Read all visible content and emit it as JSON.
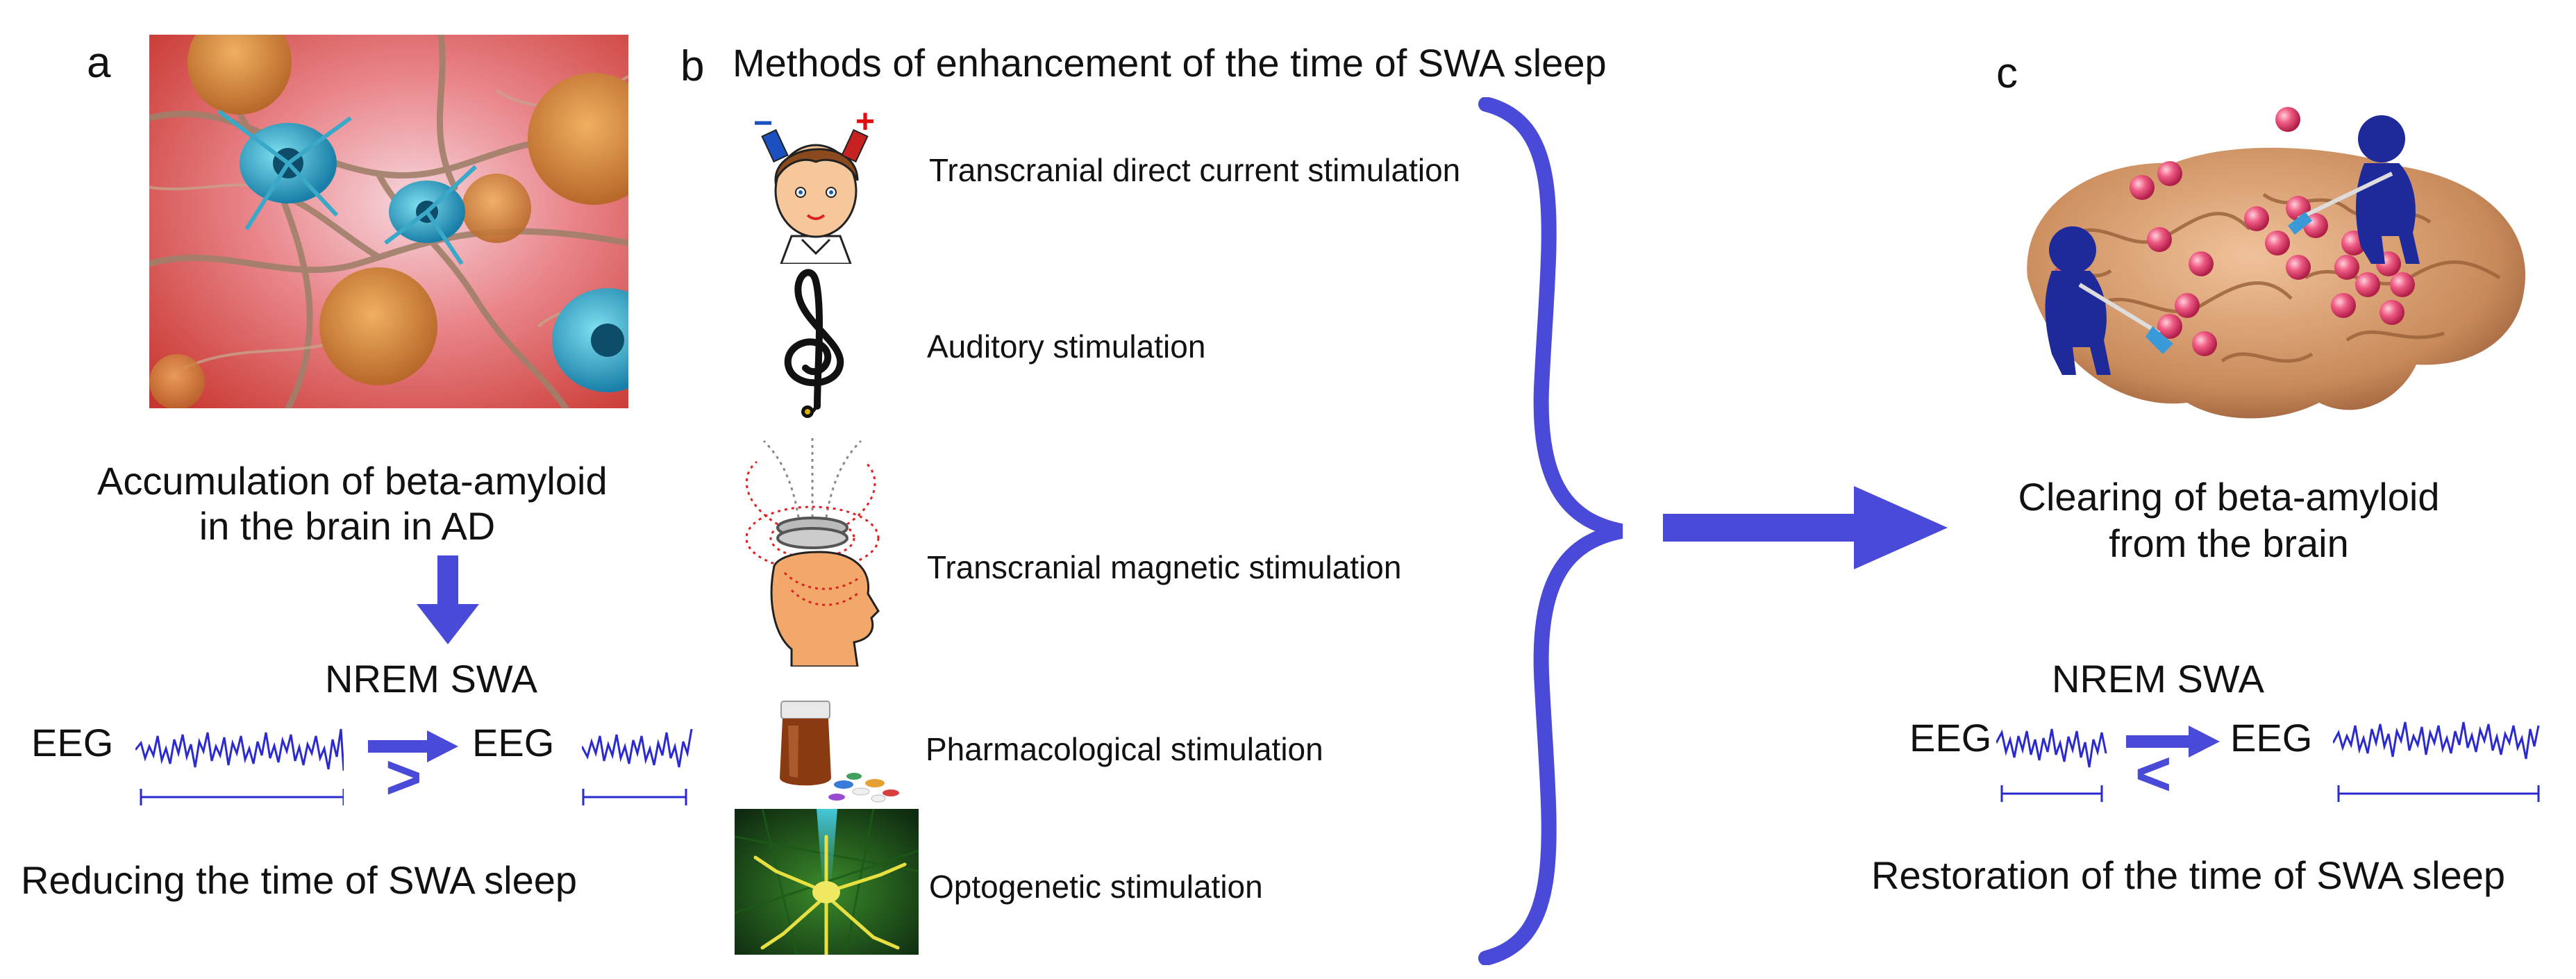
{
  "panel_a": {
    "letter": "a",
    "accumulation_line1": "Accumulation of beta-amyloid",
    "accumulation_line2": "in the brain in AD",
    "nrem_swa": "NREM SWA",
    "eeg_left": "EEG",
    "eeg_right": "EEG",
    "compare_symbol": ">",
    "reducing": "Reducing the time of SWA sleep"
  },
  "panel_b": {
    "letter": "b",
    "title": "Methods of enhancement of the time of SWA sleep",
    "methods": [
      {
        "label": "Transcranial direct current stimulation",
        "icon": "boy-face-electrodes-icon"
      },
      {
        "label": "Auditory stimulation",
        "icon": "treble-clef-earphone-icon"
      },
      {
        "label": "Transcranial magnetic stimulation",
        "icon": "head-magnetic-coil-icon"
      },
      {
        "label": "Pharmacological stimulation",
        "icon": "pill-bottle-icon"
      },
      {
        "label": "Optogenetic stimulation",
        "icon": "neuron-light-icon"
      }
    ],
    "electrode_minus": "−",
    "electrode_plus": "+"
  },
  "panel_c": {
    "letter": "c",
    "clearing_line1": "Clearing of beta-amyloid",
    "clearing_line2": "from the brain",
    "nrem_swa": "NREM SWA",
    "eeg_left": "EEG",
    "eeg_right": "EEG",
    "compare_symbol": "<",
    "restoration": "Restoration of the time of SWA sleep"
  },
  "colors": {
    "accent_blue": "#4a4ad8",
    "eeg_blue": "#2a2ad0",
    "amyloid_pink": "#e0406a",
    "brain": "#d9a47a"
  }
}
